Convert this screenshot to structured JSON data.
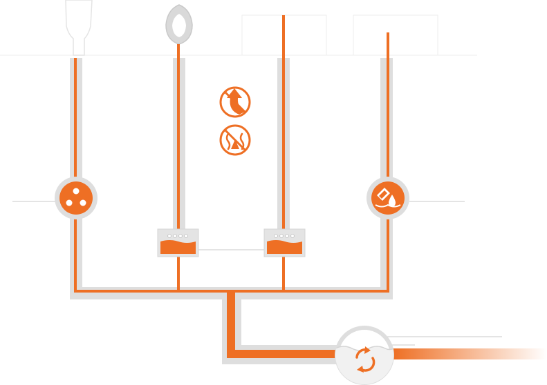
{
  "colors": {
    "accent": "#ee6f24",
    "pipe_shadow": "#dedede",
    "fixture": "#d9d9d9",
    "thin_line": "#c8c8c8",
    "background": "#ffffff"
  },
  "fixtures": [
    {
      "name": "sink-fixture",
      "icon": "sink-icon"
    },
    {
      "name": "toilet-fixture",
      "icon": "toilet-icon"
    },
    {
      "name": "shower-fixture",
      "icon": "shower-icon"
    },
    {
      "name": "bath-fixture",
      "icon": "bath-icon"
    }
  ],
  "symbols": [
    {
      "name": "no-backflow-symbol",
      "icon": "no-backflow-icon"
    },
    {
      "name": "no-odor-symbol",
      "icon": "no-odor-icon"
    },
    {
      "name": "filter-symbol",
      "icon": "three-dots-filter-icon"
    },
    {
      "name": "grease-separator-symbol",
      "icon": "tank-drop-icon"
    },
    {
      "name": "water-trap-left",
      "icon": "water-trap-icon"
    },
    {
      "name": "water-trap-right",
      "icon": "water-trap-icon"
    },
    {
      "name": "recycling-tank",
      "icon": "recycle-icon"
    }
  ]
}
